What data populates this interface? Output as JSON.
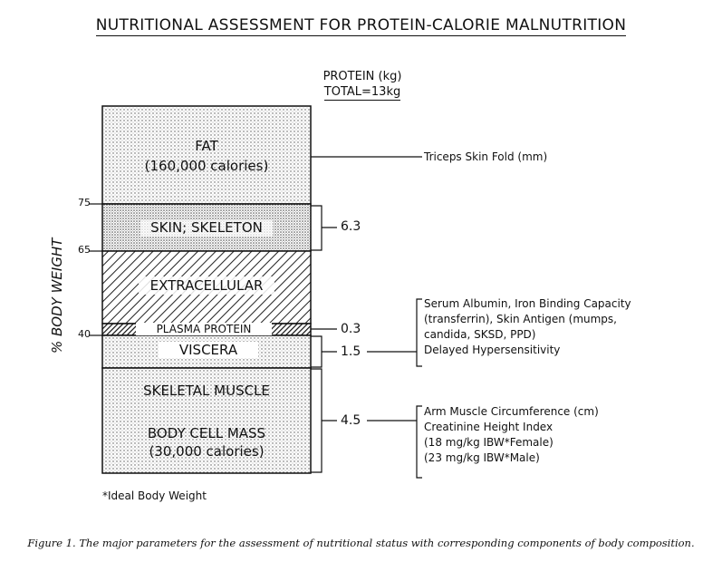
{
  "title": "NUTRITIONAL ASSESSMENT FOR PROTEIN-CALORIE MALNUTRITION",
  "protein_header": {
    "line1": "PROTEIN (kg)",
    "line2": "TOTAL=13kg"
  },
  "y_axis": {
    "label": "% BODY WEIGHT",
    "ticks": [
      "75",
      "65",
      "40"
    ]
  },
  "compartments": {
    "fat": {
      "line1": "FAT",
      "line2": "(160,000 calories)"
    },
    "skin_skeleton": "SKIN; SKELETON",
    "extracellular": "EXTRACELLULAR",
    "plasma_protein": "PLASMA PROTEIN",
    "viscera": "VISCERA",
    "skeletal_muscle": "SKELETAL MUSCLE",
    "body_cell_mass": {
      "line1": "BODY CELL MASS",
      "line2": "(30,000 calories)"
    }
  },
  "protein_values": {
    "skin_skeleton": "6.3",
    "plasma_protein": "0.3",
    "viscera": "1.5",
    "body_cell_mass": "4.5"
  },
  "parameters": {
    "fat": "Triceps Skin Fold (mm)",
    "viscera": [
      "Serum Albumin, Iron Binding Capacity",
      "(transferrin), Skin Antigen (mumps,",
      "candida, SKSD, PPD)",
      "Delayed Hypersensitivity"
    ],
    "muscle": [
      "Arm Muscle Circumference (cm)",
      "Creatinine Height Index",
      "(18 mg/kg IBW*Female)",
      "(23 mg/kg IBW*Male)"
    ]
  },
  "footnote": "*Ideal Body Weight",
  "caption": "Figure 1. The major parameters for the assessment of nutritional status with corresponding components of body composition."
}
